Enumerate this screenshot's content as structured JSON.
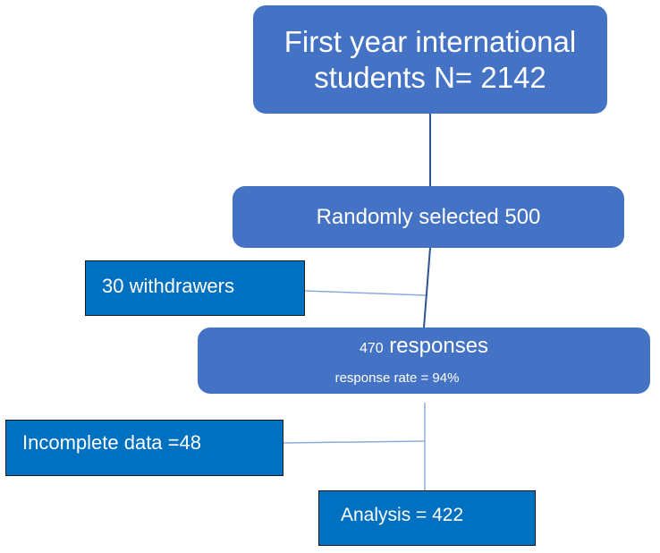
{
  "flowchart": {
    "population": {
      "line1": "First year international",
      "line2": "students  N= 2142"
    },
    "selected": {
      "label": "Randomly selected 500"
    },
    "withdrawers": {
      "label": "30 withdrawers"
    },
    "responses": {
      "count": "470",
      "label": " responses",
      "rate": "response rate =  94%"
    },
    "incomplete": {
      "label": "Incomplete data =48"
    },
    "analysis": {
      "label": "Analysis = 422"
    }
  },
  "colors": {
    "rounded_fill": "#4472c4",
    "square_fill": "#0070c0",
    "square_border": "#1b1b1b",
    "connector": "#2f5597",
    "text": "#ffffff"
  }
}
